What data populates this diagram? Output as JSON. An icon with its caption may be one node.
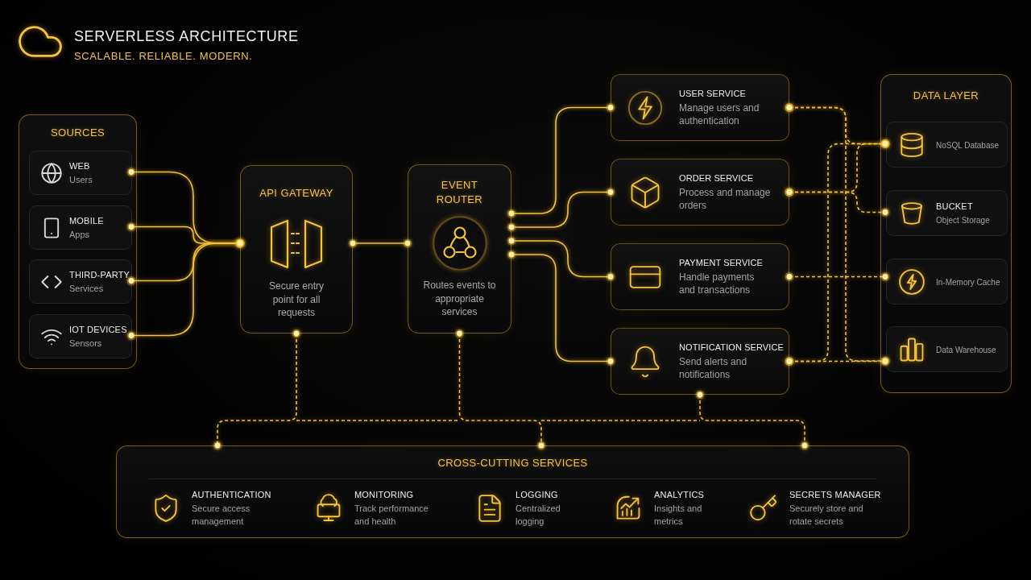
{
  "diagram": {
    "title": "SERVERLESS ARCHITECTURE",
    "nodes": [
      {
        "text": [
          "SOURCES"
        ]
      },
      {
        "text": [
          "WEB",
          "Users"
        ],
        "in": 0
      },
      {
        "text": [
          "MOBILE",
          "Apps"
        ],
        "in": 0
      },
      {
        "text": [
          "THIRD-PARTY",
          "Services"
        ],
        "in": 0
      },
      {
        "text": [
          "IOT DEVICES",
          "Sensors"
        ],
        "in": 0
      },
      {
        "text": [
          "API GATEWAY",
          "Secure entry point for all requests"
        ]
      },
      {
        "text": [
          "EVENT ROUTER",
          "Routes events to appropriate services"
        ]
      },
      {
        "text": [
          "USER SERVICE",
          "Manage users and authentication"
        ]
      },
      {
        "text": [
          "ORDER SERVICE",
          "Process and manage orders"
        ]
      },
      {
        "text": [
          "PAYMENT SERVICE",
          "Handle payments and transactions"
        ]
      },
      {
        "text": [
          "NOTIFICATION SERVICE",
          "Send alerts and notifications"
        ]
      },
      {
        "text": [
          "DATA LAYER"
        ]
      },
      {
        "text": [
          "NoSQL Database"
        ],
        "in": 11
      },
      {
        "text": [
          "BUCKET",
          "Object Storage"
        ],
        "in": 11
      },
      {
        "text": [
          "In-Memory Cache"
        ],
        "in": 11
      },
      {
        "text": [
          "Data Warehouse"
        ],
        "in": 11
      },
      {
        "text": [
          "CROSS-CUTTING SERVICES"
        ]
      },
      {
        "text": [
          "AUTHENTICATION",
          "Secure access management"
        ],
        "in": 16
      },
      {
        "text": [
          "MONITORING",
          "Track performance and health"
        ],
        "in": 16
      },
      {
        "text": [
          "LOGGING",
          "Centralized logging"
        ],
        "in": 16
      },
      {
        "text": [
          "ANALYTICS",
          "Insights and metrics"
        ],
        "in": 16
      },
      {
        "text": [
          "SECRETS MANAGER",
          "Securely store and rotate secrets"
        ],
        "in": 16
      }
    ],
    "edges": [
      {
        "from": 1,
        "to": 5,
        "arrow": "other"
      },
      {
        "from": 2,
        "to": 5,
        "arrow": "other"
      },
      {
        "from": 3,
        "to": 5,
        "arrow": "other"
      },
      {
        "from": 4,
        "to": 5,
        "arrow": "other"
      },
      {
        "from": 5,
        "to": 6,
        "arrow": "other"
      },
      {
        "from": 6,
        "to": 7,
        "arrow": "other"
      },
      {
        "from": 6,
        "to": 8,
        "arrow": "other"
      },
      {
        "from": 6,
        "to": 9,
        "arrow": "other"
      },
      {
        "from": 6,
        "to": 10,
        "arrow": "other"
      },
      {
        "from": 7,
        "to": 12,
        "arrow": "other",
        "style": "dashed"
      },
      {
        "from": 7,
        "to": 15,
        "arrow": "other",
        "style": "dashed"
      },
      {
        "from": 8,
        "to": 12,
        "arrow": "other",
        "style": "dashed"
      },
      {
        "from": 8,
        "to": 13,
        "arrow": "other",
        "style": "dashed"
      },
      {
        "from": 9,
        "to": 14,
        "arrow": "other",
        "style": "dashed"
      },
      {
        "from": 10,
        "to": 15,
        "arrow": "other",
        "style": "dashed"
      },
      {
        "from": 10,
        "to": 12,
        "arrow": "other",
        "style": "dashed"
      },
      {
        "from": 5,
        "to": 16,
        "arrow": "other",
        "style": "dashed"
      },
      {
        "from": 6,
        "to": 16,
        "arrow": "other",
        "style": "dashed"
      },
      {
        "from": 10,
        "to": 16,
        "arrow": "other",
        "style": "dashed"
      }
    ],
    "labels": [
      "SCALABLE. RELIABLE. MODERN."
    ]
  }
}
